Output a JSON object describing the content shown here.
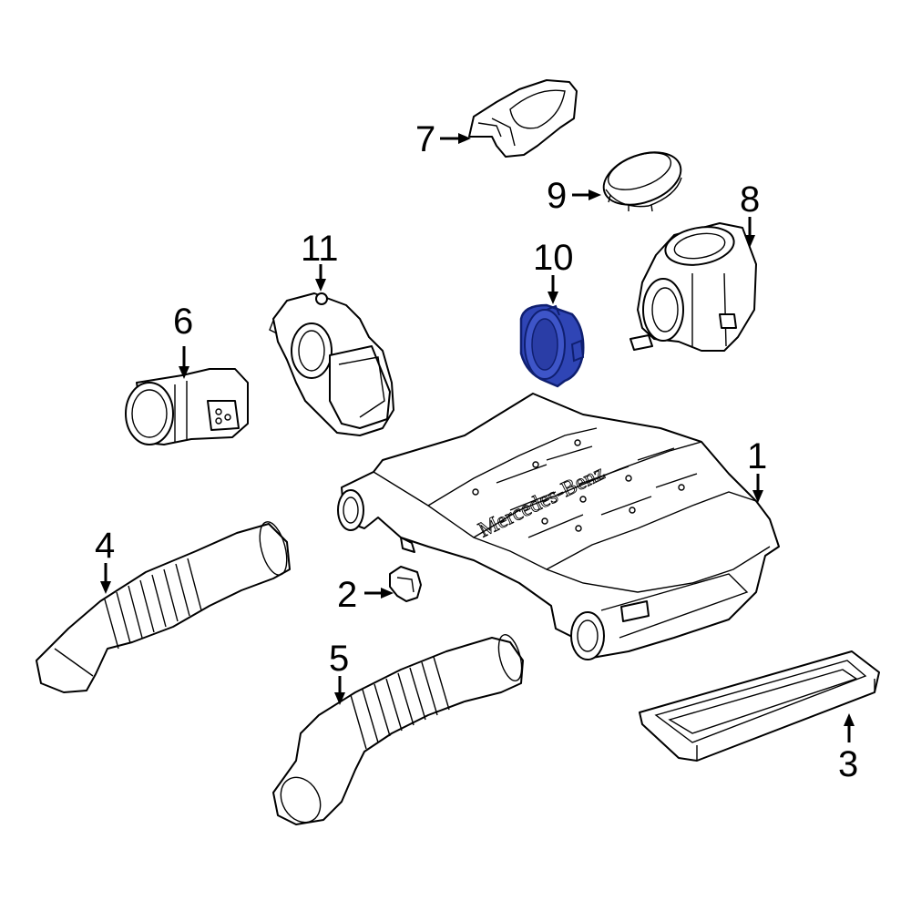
{
  "labels": {
    "p1": "1",
    "p2": "2",
    "p3": "3",
    "p4": "4",
    "p5": "5",
    "p6": "6",
    "p7": "7",
    "p8": "8",
    "p9": "9",
    "p10": "10",
    "p11": "11"
  },
  "brand_text": "Mercedes-Benz",
  "colors": {
    "highlight_fill": "#2f45b5",
    "highlight_stroke": "#0f1f70",
    "line": "#000000",
    "background": "#ffffff"
  },
  "highlighted_part": "10"
}
